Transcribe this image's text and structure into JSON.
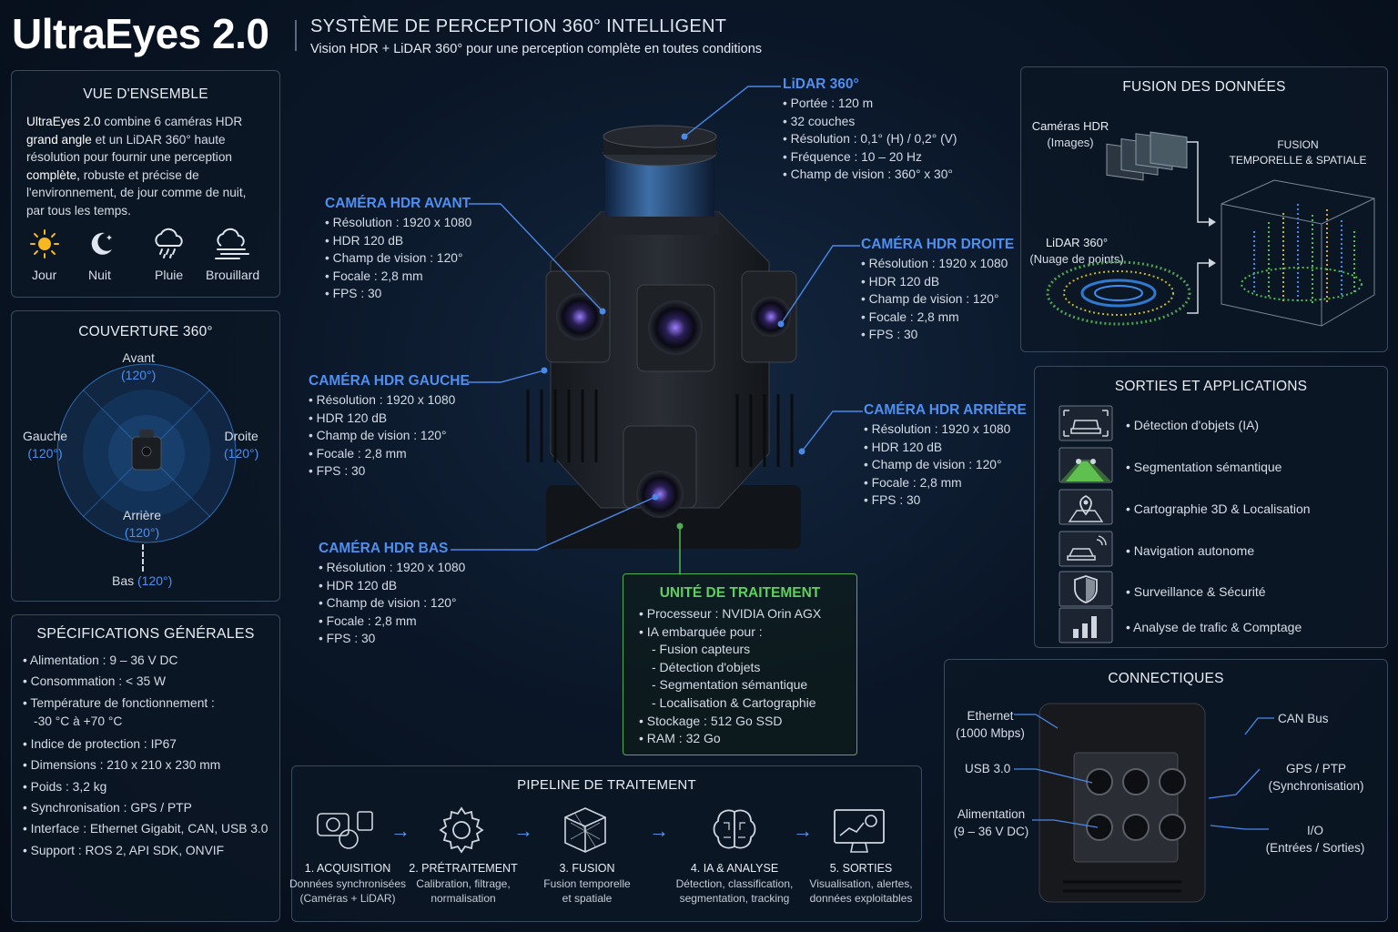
{
  "header": {
    "title": "UltraEyes 2.0",
    "subtitle": "SYSTÈME DE PERCEPTION 360° INTELLIGENT",
    "tagline": "Vision HDR + LiDAR 360° pour une perception complète en toutes conditions"
  },
  "overview": {
    "title": "VUE D'ENSEMBLE",
    "lines": [
      "combine 6 caméras HDR",
      "et un LiDAR 360° haute",
      "résolution pour fournir une perception",
      "robuste et précise de",
      "l'environnement, de jour comme de nuit,",
      "par tous les temps."
    ],
    "bold": [
      "UltraEyes 2.0",
      "grand angle",
      "complète,"
    ],
    "conditions": [
      "Jour",
      "Nuit",
      "Pluie",
      "Brouillard"
    ]
  },
  "coverage": {
    "title": "COUVERTURE 360°",
    "front": "Avant",
    "left": "Gauche",
    "right": "Droite",
    "rear": "Arrière",
    "bottom": "Bas",
    "angle": "(120°)"
  },
  "general": {
    "title": "SPÉCIFICATIONS GÉNÉRALES",
    "items": [
      "Alimentation : 9 – 36 V DC",
      "Consommation : < 35 W",
      "Température de fonctionnement :",
      "Indice de protection : IP67",
      "Dimensions : 210 x 210 x 230 mm",
      "Poids : 3,2 kg",
      "Synchronisation : GPS / PTP",
      "Interface : Ethernet Gigabit, CAN, USB 3.0",
      "Support : ROS 2, API SDK, ONVIF"
    ],
    "temp_range": "-30 °C à +70 °C"
  },
  "lidar": {
    "title": "LiDAR 360°",
    "items": [
      "Portée : 120 m",
      "32 couches",
      "Résolution : 0,1° (H) / 0,2° (V)",
      "Fréquence : 10 – 20 Hz",
      "Champ de vision : 360° x 30°"
    ]
  },
  "cameras": {
    "front": "CAMÉRA HDR AVANT",
    "right": "CAMÉRA HDR DROITE",
    "left": "CAMÉRA HDR GAUCHE",
    "rear": "CAMÉRA HDR ARRIÈRE",
    "bottom": "CAMÉRA HDR BAS",
    "specs": [
      "Résolution : 1920 x 1080",
      "HDR 120 dB",
      "Champ de vision : 120°",
      "Focale : 2,8 mm",
      "FPS : 30"
    ]
  },
  "processing": {
    "title": "UNITÉ DE TRAITEMENT",
    "items": [
      "Processeur : NVIDIA Orin AGX",
      "IA embarquée pour :"
    ],
    "sub": [
      "- Fusion capteurs",
      "- Détection d'objets",
      "- Segmentation sémantique",
      "- Localisation & Cartographie"
    ],
    "items2": [
      "Stockage : 512 Go SSD",
      "RAM : 32 Go"
    ]
  },
  "fusion": {
    "title": "FUSION DES DONNÉES",
    "cam": "Caméras HDR",
    "cam_sub": "(Images)",
    "lidar": "LiDAR 360°",
    "lidar_sub": "(Nuage de points)",
    "fusion": "FUSION",
    "fusion_sub": "TEMPORELLE & SPATIALE"
  },
  "outputs": {
    "title": "SORTIES ET APPLICATIONS",
    "items": [
      "Détection d'objets (IA)",
      "Segmentation sémantique",
      "Cartographie 3D & Localisation",
      "Navigation autonome",
      "Surveillance & Sécurité",
      "Analyse de trafic & Comptage"
    ]
  },
  "pipeline": {
    "title": "PIPELINE DE TRAITEMENT",
    "steps": [
      {
        "t": "1. ACQUISITION",
        "a": "Données synchronisées",
        "b": "(Caméras + LiDAR)"
      },
      {
        "t": "2. PRÉTRAITEMENT",
        "a": "Calibration, filtrage,",
        "b": "normalisation"
      },
      {
        "t": "3. FUSION",
        "a": "Fusion temporelle",
        "b": "et spatiale"
      },
      {
        "t": "4. IA & ANALYSE",
        "a": "Détection, classification,",
        "b": "segmentation, tracking"
      },
      {
        "t": "5. SORTIES",
        "a": "Visualisation, alertes,",
        "b": "données exploitables"
      }
    ]
  },
  "connect": {
    "title": "CONNECTIQUES",
    "eth": "Ethernet",
    "eth_sub": "(1000 Mbps)",
    "usb": "USB 3.0",
    "power": "Alimentation",
    "power_sub": "(9 – 36 V DC)",
    "can": "CAN Bus",
    "gps": "GPS / PTP",
    "gps_sub": "(Synchronisation)",
    "io": "I/O",
    "io_sub": "(Entrées / Sorties)"
  }
}
